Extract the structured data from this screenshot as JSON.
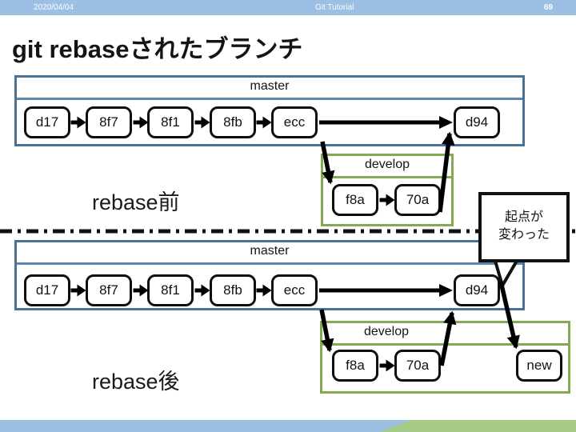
{
  "header": {
    "date": "2020/04/04",
    "title": "Git Tutorial",
    "page_number": "69"
  },
  "slide_title": "git rebaseされたブランチ",
  "diagrams": {
    "before": {
      "caption": "rebase前",
      "master": {
        "label": "master",
        "commits": [
          "d17",
          "8f7",
          "8f1",
          "8fb",
          "ecc",
          "d94"
        ]
      },
      "develop": {
        "label": "develop",
        "commits": [
          "f8a",
          "70a"
        ]
      }
    },
    "after": {
      "caption": "rebase後",
      "master": {
        "label": "master",
        "commits": [
          "d17",
          "8f7",
          "8f1",
          "8fb",
          "ecc",
          "d94"
        ]
      },
      "develop": {
        "label": "develop",
        "commits": [
          "f8a",
          "70a",
          "new"
        ]
      }
    }
  },
  "callout": {
    "line1": "起点が",
    "line2": "変わった"
  },
  "colors": {
    "header_bar": "#9cc0e4",
    "master_border": "#4a7296",
    "develop_border": "#83aa52",
    "commit_border": "#0e0e0e",
    "footer_blue": "#9cc0e4",
    "footer_green": "#a6cb86",
    "arrow": "#000000"
  }
}
